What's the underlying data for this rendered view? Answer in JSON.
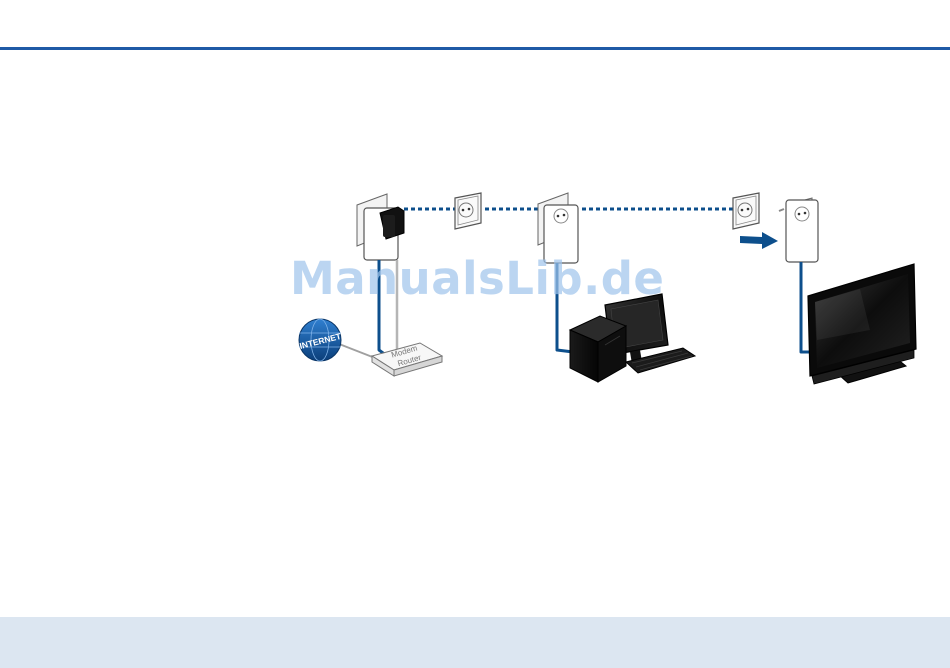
{
  "header": {
    "rule_color": "#1f5aa6"
  },
  "diagram": {
    "internet_label": "INTERNET",
    "modem_label_line1": "Modem",
    "modem_label_line2": "Router",
    "cable_color": "#0d4f8c",
    "dotted_link_color": "#0d4f8c",
    "arrow_color": "#0d4f8c"
  },
  "watermark": {
    "text": "ManualsLib.de"
  },
  "footer": {
    "band_color": "#dce6f1"
  }
}
